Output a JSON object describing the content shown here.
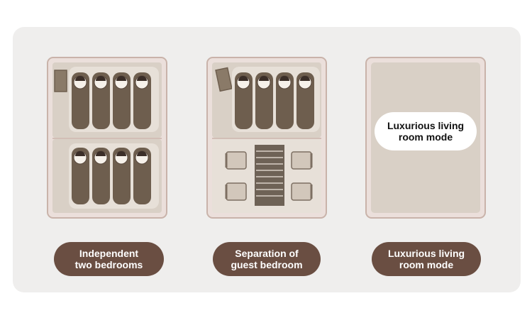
{
  "colors": {
    "panel_bg": "#efeeed",
    "frame_outer": "#ebdfdb",
    "frame_border": "#c9b3aa",
    "interior": "#d9d0c6",
    "sleeping_bag": "#6e5e4e",
    "pill_bg": "#6a4e42",
    "table": "#6e6256"
  },
  "layouts": [
    {
      "id": "two-bedrooms",
      "caption": "Independent\ntwo bedrooms"
    },
    {
      "id": "guest-bedroom",
      "caption": "Separation of\nguest bedroom"
    },
    {
      "id": "living-room",
      "caption": "Luxurious living\nroom mode",
      "overlay_text": "Luxurious living\nroom mode"
    }
  ]
}
